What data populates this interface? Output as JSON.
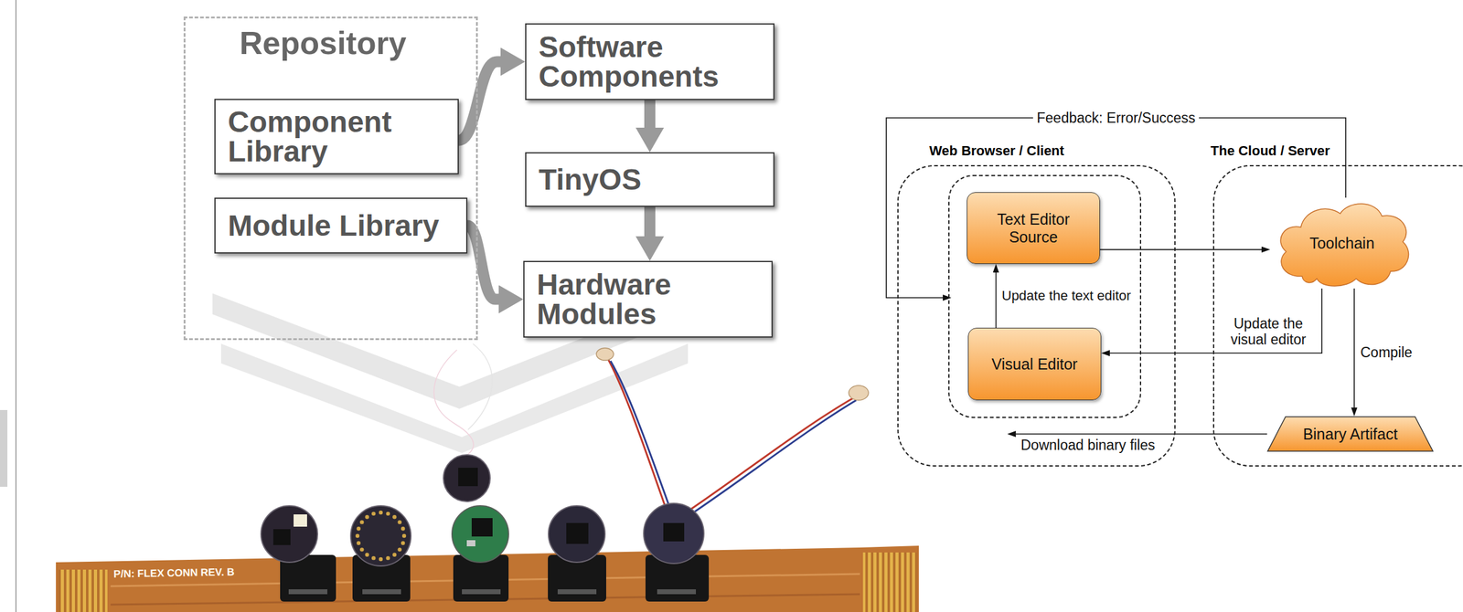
{
  "diagram": {
    "nodes": [
      {
        "text": [
          "Repository"
        ]
      },
      {
        "text": [
          "Component Library"
        ],
        "in": 0
      },
      {
        "text": [
          "Module Library"
        ],
        "in": 0
      },
      {
        "text": [
          "Software Components"
        ]
      },
      {
        "text": [
          "TinyOS"
        ]
      },
      {
        "text": [
          "Hardware Modules"
        ]
      },
      {
        "text": [
          "Web Browser / Client"
        ]
      },
      {
        "text": [
          "Text Editor Source"
        ],
        "in": 6
      },
      {
        "text": [
          "Visual Editor"
        ],
        "in": 6
      },
      {
        "text": [
          "The Cloud / Server"
        ]
      },
      {
        "text": [
          "Toolchain"
        ],
        "in": 9
      },
      {
        "text": [
          "Binary Artifact"
        ],
        "in": 9
      }
    ],
    "edges": [
      {
        "from": 1,
        "to": 3,
        "arrow": "to"
      },
      {
        "from": 3,
        "to": 4,
        "arrow": "to"
      },
      {
        "from": 4,
        "to": 5,
        "arrow": "to"
      },
      {
        "from": 2,
        "to": 5,
        "arrow": "to"
      },
      {
        "from": 7,
        "to": 10,
        "arrow": "to"
      },
      {
        "from": 10,
        "to": 8,
        "label": "Update the visual editor",
        "arrow": "to"
      },
      {
        "from": 8,
        "to": 7,
        "label": "Update the text editor",
        "arrow": "to"
      },
      {
        "from": 10,
        "to": 11,
        "label": "Compile",
        "arrow": "to"
      },
      {
        "from": 11,
        "to": 6,
        "label": "Download binary files",
        "arrow": "to"
      },
      {
        "from": 10,
        "to": 6,
        "label": "Feedback: Error/Success",
        "arrow": "to"
      }
    ],
    "labels": [
      "P/N: FLEX CONN REV. B"
    ]
  }
}
